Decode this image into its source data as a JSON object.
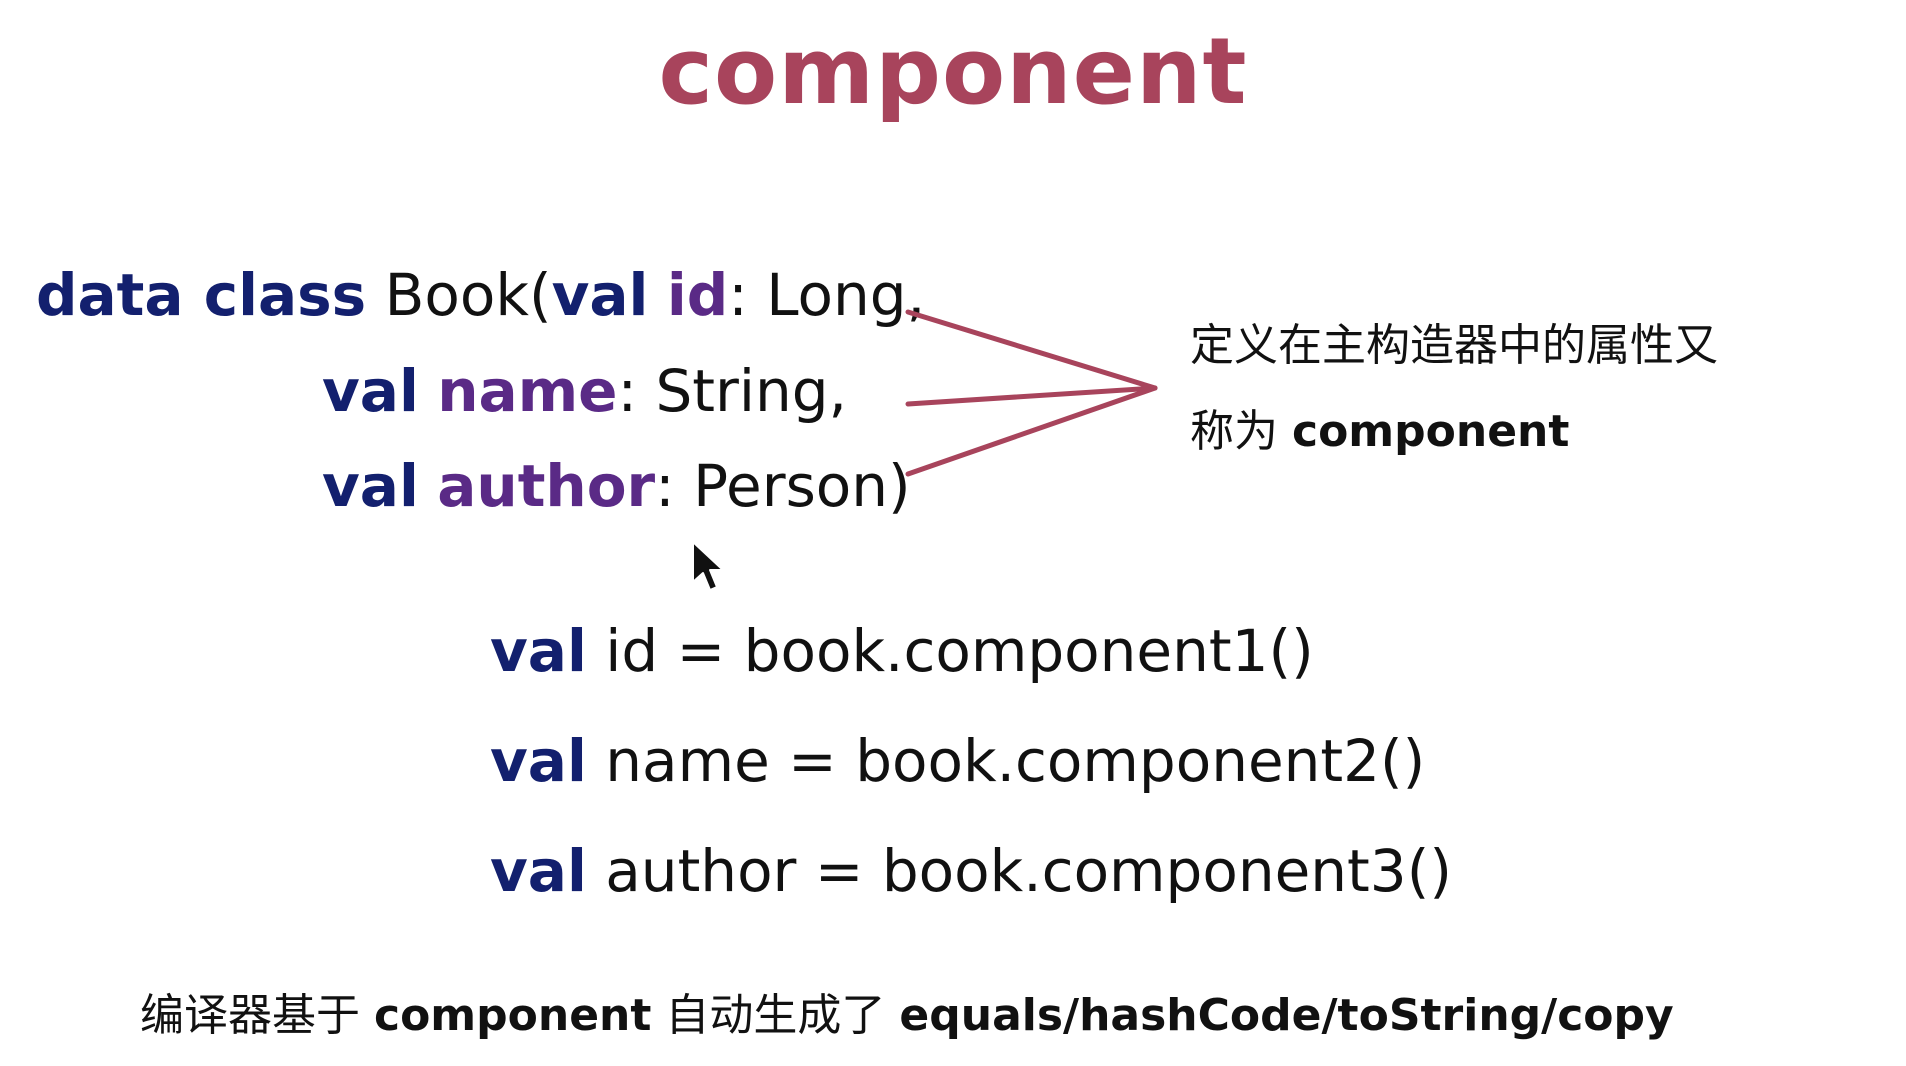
{
  "title": "component",
  "declaration": {
    "line1": {
      "kw_data_class": "data class",
      "class_name": "Book(",
      "kw_val": "val",
      "prop": "id",
      "type": ": Long,"
    },
    "line2": {
      "kw_val": "val",
      "prop": "name",
      "type": ": String,"
    },
    "line3": {
      "kw_val": "val",
      "prop": "author",
      "type": ": Person)"
    }
  },
  "note": {
    "line1": "定义在主构造器中的属性又",
    "line2_prefix": "称为",
    "line2_bold": "component"
  },
  "usages": [
    {
      "kw": "val",
      "rest": "id = book.component1()"
    },
    {
      "kw": "val",
      "rest": "name = book.component2()"
    },
    {
      "kw": "val",
      "rest": "author = book.component3()"
    }
  ],
  "footer": {
    "p1": "编译器基于",
    "b1": "component",
    "p2": "自动生成了",
    "b2": "equals/hashCode/toString/copy"
  },
  "colors": {
    "title": "#a8445c",
    "keyword": "#13206e",
    "property": "#5a2a86",
    "arrow": "#a8445c"
  },
  "icons": {
    "pointer": "mouse-cursor-icon"
  }
}
